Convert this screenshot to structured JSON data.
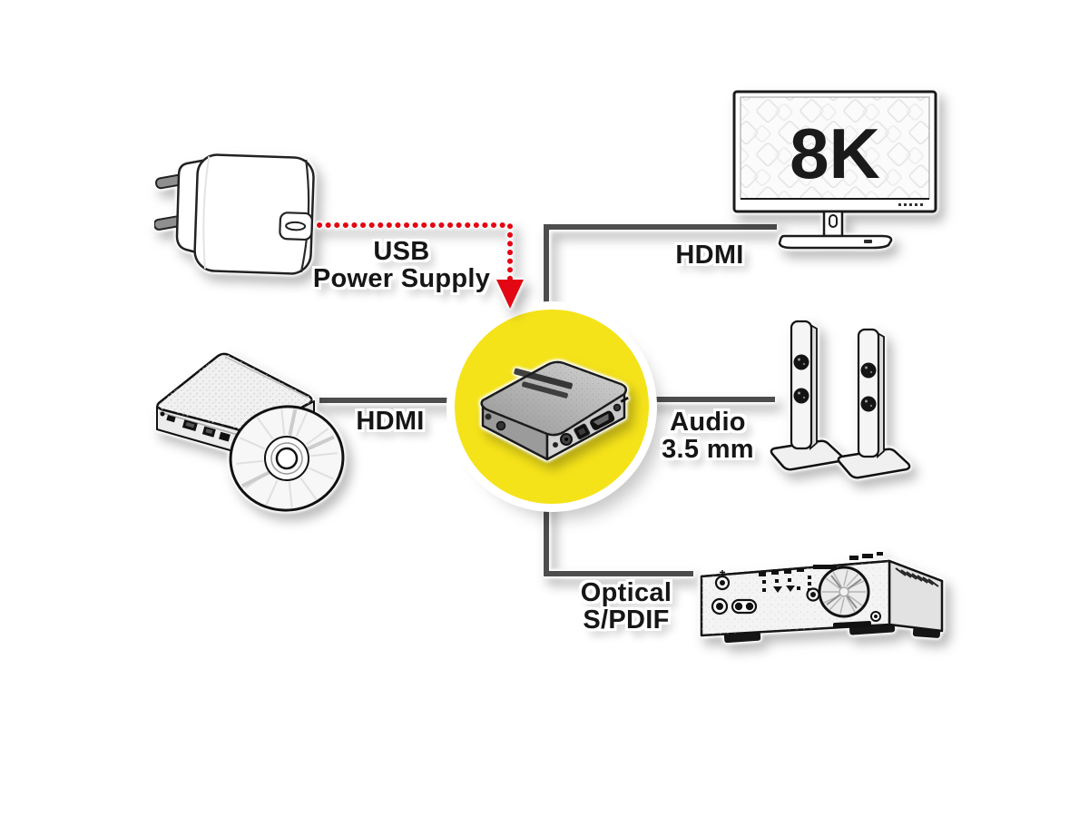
{
  "colors": {
    "hub_yellow": "#F5E31A",
    "arrow_red": "#E30613",
    "line_gray": "#4D4D4D",
    "text_black": "#161616"
  },
  "labels": {
    "power_supply": {
      "line1": "USB",
      "line2": "Power Supply"
    },
    "hdmi_to_display": "HDMI",
    "hdmi_from_source": "HDMI",
    "audio_jack": {
      "line1": "Audio",
      "line2": "3.5 mm"
    },
    "optical": {
      "line1": "Optical",
      "line2": "S/PDIF"
    }
  },
  "display": {
    "badge": "8K"
  },
  "icons": {
    "power_adapter": "usb-power-adapter-icon",
    "power_arrow": "red-dotted-power-arrow",
    "display": "8k-monitor-icon",
    "source": "disc-player-with-dvd-icon",
    "hub": "hdmi-audio-extractor-icon",
    "speakers": "stereo-tower-speakers-icon",
    "receiver": "av-amplifier-icon",
    "connectors": "gray-connection-lines"
  }
}
